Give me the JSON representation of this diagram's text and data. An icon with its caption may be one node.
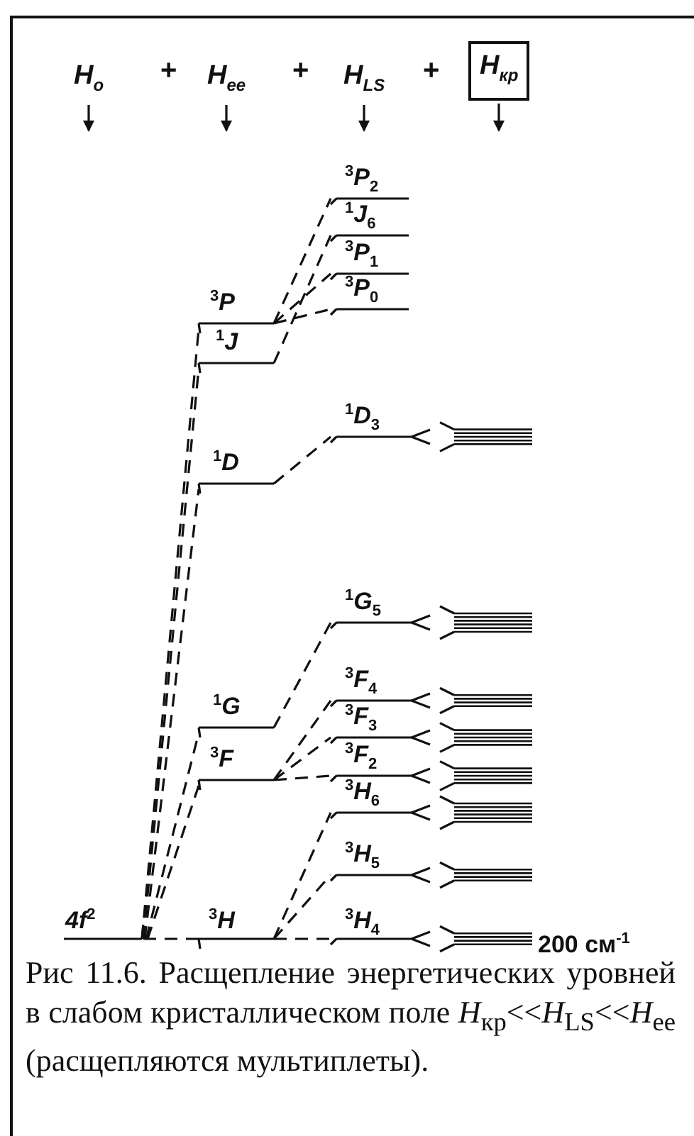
{
  "diagram": {
    "caption": "Рис 11.6. Расщепление энергетических уровней в слабом кристаллическом поле *H*$_{кр}$<<*H*$_{LS}$<<*H*$_{ee}$ (расщепляются мультиплеты).",
    "nodes": [
      {
        "text": [
          "H$_{o}$"
        ]
      },
      {
        "text": [
          "H$_{ee}$"
        ]
      },
      {
        "text": [
          "H$_{LS}$"
        ]
      },
      {
        "text": [
          "H$_{кр}$"
        ]
      }
    ],
    "edges": [
      {
        "from": 0,
        "to": null,
        "arrow": "to"
      },
      {
        "from": 1,
        "to": null,
        "arrow": "to"
      },
      {
        "from": 2,
        "to": null,
        "arrow": "to"
      },
      {
        "from": 3,
        "to": null,
        "arrow": "to"
      }
    ],
    "labels": [
      "+",
      "+",
      "+",
      "$^{3}$P$_{2}$",
      "$^{1}$J$_{6}$",
      "$^{3}$P$_{1}$",
      "$^{3}$P",
      "$^{3}$P$_{0}$",
      "$^{1}$J",
      "$^{1}$D$_{3}$",
      "$^{1}$D",
      "$^{1}$G$_{5}$",
      "$^{3}$F$_{4}$",
      "$^{1}$G",
      "$^{3}$F$_{3}$",
      "$^{3}$F",
      "$^{3}$F$_{2}$",
      "$^{3}$H$_{6}$",
      "$^{3}$H$_{5}$",
      "4f$^{2}$",
      "$^{3}$H",
      "$^{3}$H$_{4}$",
      "200 см$^{-1}$"
    ]
  }
}
